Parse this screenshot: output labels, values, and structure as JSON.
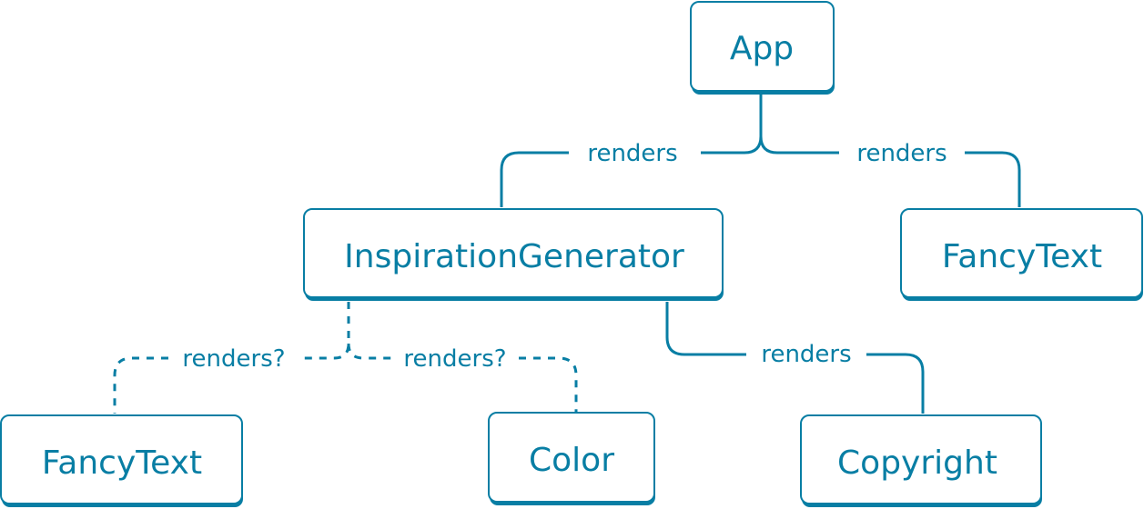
{
  "colors": {
    "accent": "#087ea4",
    "background": "#ffffff"
  },
  "nodes": {
    "app": "App",
    "inspiration_generator": "InspirationGenerator",
    "fancy_text_top": "FancyText",
    "fancy_text_bottom": "FancyText",
    "color": "Color",
    "copyright": "Copyright"
  },
  "edges": {
    "app_to_inspiration": "renders",
    "app_to_fancytext": "renders",
    "inspiration_to_fancytext": "renders?",
    "inspiration_to_color": "renders?",
    "inspiration_to_copyright": "renders"
  }
}
